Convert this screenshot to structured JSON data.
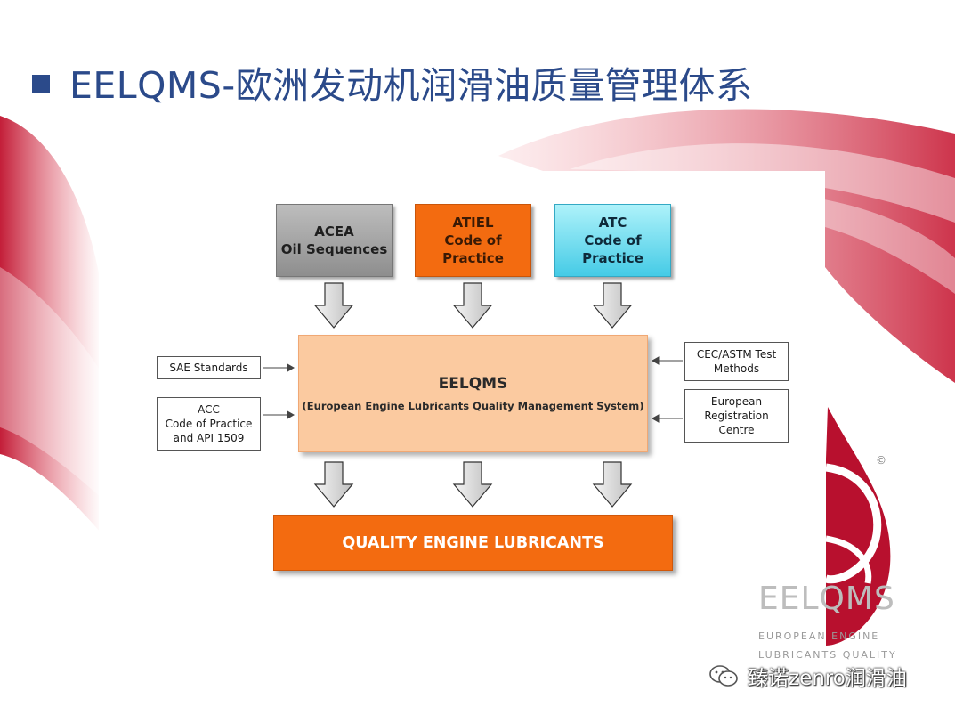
{
  "slide": {
    "title": "EELQMS-欧洲发动机润滑油质量管理体系"
  },
  "diagram": {
    "inputs_top": [
      {
        "lines": [
          "ACEA",
          "Oil Sequences"
        ],
        "color": "#a6a6a6"
      },
      {
        "lines": [
          "ATIEL",
          "Code of",
          "Practice"
        ],
        "color": "#f36b10"
      },
      {
        "lines": [
          "ATC",
          "Code of",
          "Practice"
        ],
        "color": "#6ad9ee"
      }
    ],
    "inputs_left": [
      {
        "lines": [
          "SAE Standards"
        ]
      },
      {
        "lines": [
          "ACC",
          "Code of Practice",
          "and API 1509"
        ]
      }
    ],
    "inputs_right": [
      {
        "lines": [
          "CEC/ASTM Test",
          "Methods"
        ]
      },
      {
        "lines": [
          "European",
          "Registration",
          "Centre"
        ]
      }
    ],
    "center": {
      "title": "EELQMS",
      "subtitle": "(European Engine Lubricants Quality Management System)",
      "color": "#fbcaa0"
    },
    "output": {
      "label": "QUALITY ENGINE LUBRICANTS",
      "color": "#f36b10"
    }
  },
  "logo": {
    "wordmark": "EELQMS",
    "tagline_1": "EUROPEAN ENGINE",
    "tagline_2": "LUBRICANTS QUALITY",
    "copyright": "©",
    "color": "#b8102e"
  },
  "watermark": {
    "text": "臻诺zenro润滑油",
    "icon": "wechat-icon"
  }
}
